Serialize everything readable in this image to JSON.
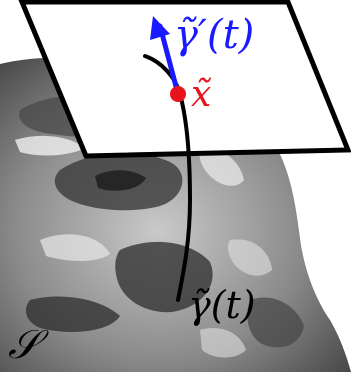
{
  "labels": {
    "tangent_vector": "γ̃′(t)",
    "point": "x̃",
    "curve": "γ̃(t)",
    "surface": "𝒮"
  },
  "colors": {
    "tangent_vector": "#1a1aff",
    "point": "#e8141c",
    "curve": "#000000",
    "plane": "#000000",
    "surface_light": "#d0d0d0",
    "surface_dark": "#2a2a2a"
  }
}
